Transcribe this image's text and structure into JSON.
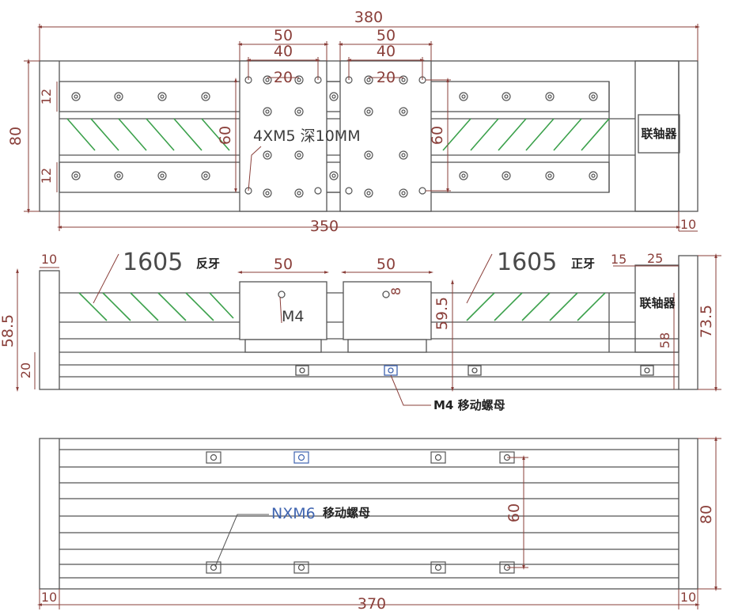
{
  "top_view": {
    "overall_length": "380",
    "height": "80",
    "rail_offset_top": "12",
    "rail_offset_bottom": "12",
    "slider_left_width": "50",
    "slider_left_hole_span": "40",
    "slider_left_hole_pitch": "20",
    "slider_right_width": "50",
    "slider_right_hole_span": "40",
    "slider_right_hole_pitch": "20",
    "hole_vertical_left": "60",
    "hole_vertical_right": "60",
    "mount_holes_note": "4XM5 深10MM",
    "coupling_label": "联轴器",
    "rail_length": "350",
    "end_gap": "10"
  },
  "side_view": {
    "end_gap_left": "10",
    "screw_left_label": "1605",
    "screw_left_suffix": "反牙",
    "screw_right_label": "1605",
    "screw_right_suffix": "正牙",
    "dim_15": "15",
    "dim_25": "25",
    "slider_left_width": "50",
    "slider_right_width": "50",
    "slider_hole_label": "M4",
    "small_mark": "8",
    "slider_height": "59.5",
    "coupling_label": "联轴器",
    "total_height_left": "58.5",
    "base_height": "20",
    "coupling_height": "58",
    "total_height_right": "73.5",
    "nut_note": "M4 移动螺母"
  },
  "bottom_view": {
    "nut_note_prefix": "NXM6",
    "nut_note_suffix": "移动螺母",
    "vertical_span": "60",
    "height": "80",
    "end_gap_left": "10",
    "overall_length": "370",
    "end_gap_right": "10"
  }
}
